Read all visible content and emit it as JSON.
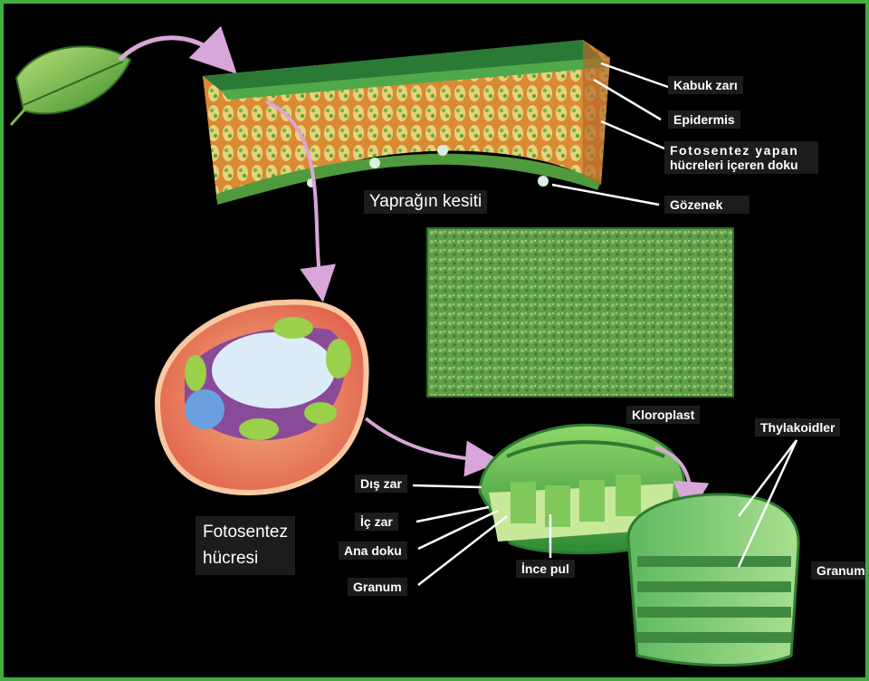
{
  "labels": {
    "kabuk_zari": "Kabuk zarı",
    "epidermis": "Epidermis",
    "fotosentez_doku_line1": "Fotosentez yapan",
    "fotosentez_doku_line2": "hücreleri içeren doku",
    "gozenek": "Gözenek",
    "yaprak_kesiti": "Yaprağın kesiti",
    "kloroplast": "Kloroplast",
    "thylakoidler": "Thylakoidler",
    "dis_zar": "Dış zar",
    "ic_zar": "İç zar",
    "ana_doku": "Ana doku",
    "granum_left": "Granum",
    "ince_pul": "İnce pul",
    "granum_right": "Granum",
    "fotosentez_hucresi_line1": "Fotosentez",
    "fotosentez_hucresi_line2": "hücresi"
  },
  "colors": {
    "frame_border": "#3fae3f",
    "background": "#000000",
    "label_bg": "#1c1c1c",
    "arrow": "#d9a6d9"
  }
}
